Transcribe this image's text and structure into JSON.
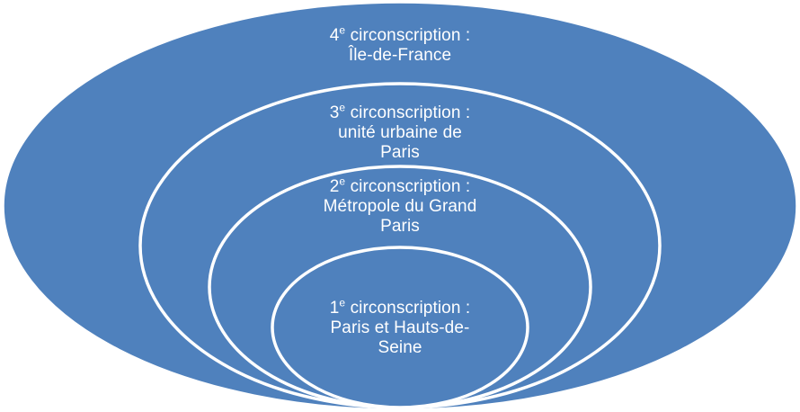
{
  "diagram": {
    "type": "nested-ellipse-venn",
    "fill_color": "#4F81BD",
    "stroke_color": "#FFFFFF",
    "background_color": "#FFFFFF",
    "text_color": "#FFFFFF",
    "levels": [
      {
        "rank": "4",
        "ordinal_suffix": "e",
        "title_rest": " circonscription :",
        "line2": "Île-de-France"
      },
      {
        "rank": "3",
        "ordinal_suffix": "e",
        "title_rest": " circonscription :",
        "line2": "unité urbaine de",
        "line3": "Paris"
      },
      {
        "rank": "2",
        "ordinal_suffix": "e",
        "title_rest": " circonscription :",
        "line2": "Métropole du Grand",
        "line3": "Paris"
      },
      {
        "rank": "1",
        "ordinal_suffix": "e",
        "title_rest": " circonscription :",
        "line2": "Paris et Hauts-de-",
        "line3": "Seine"
      }
    ]
  }
}
